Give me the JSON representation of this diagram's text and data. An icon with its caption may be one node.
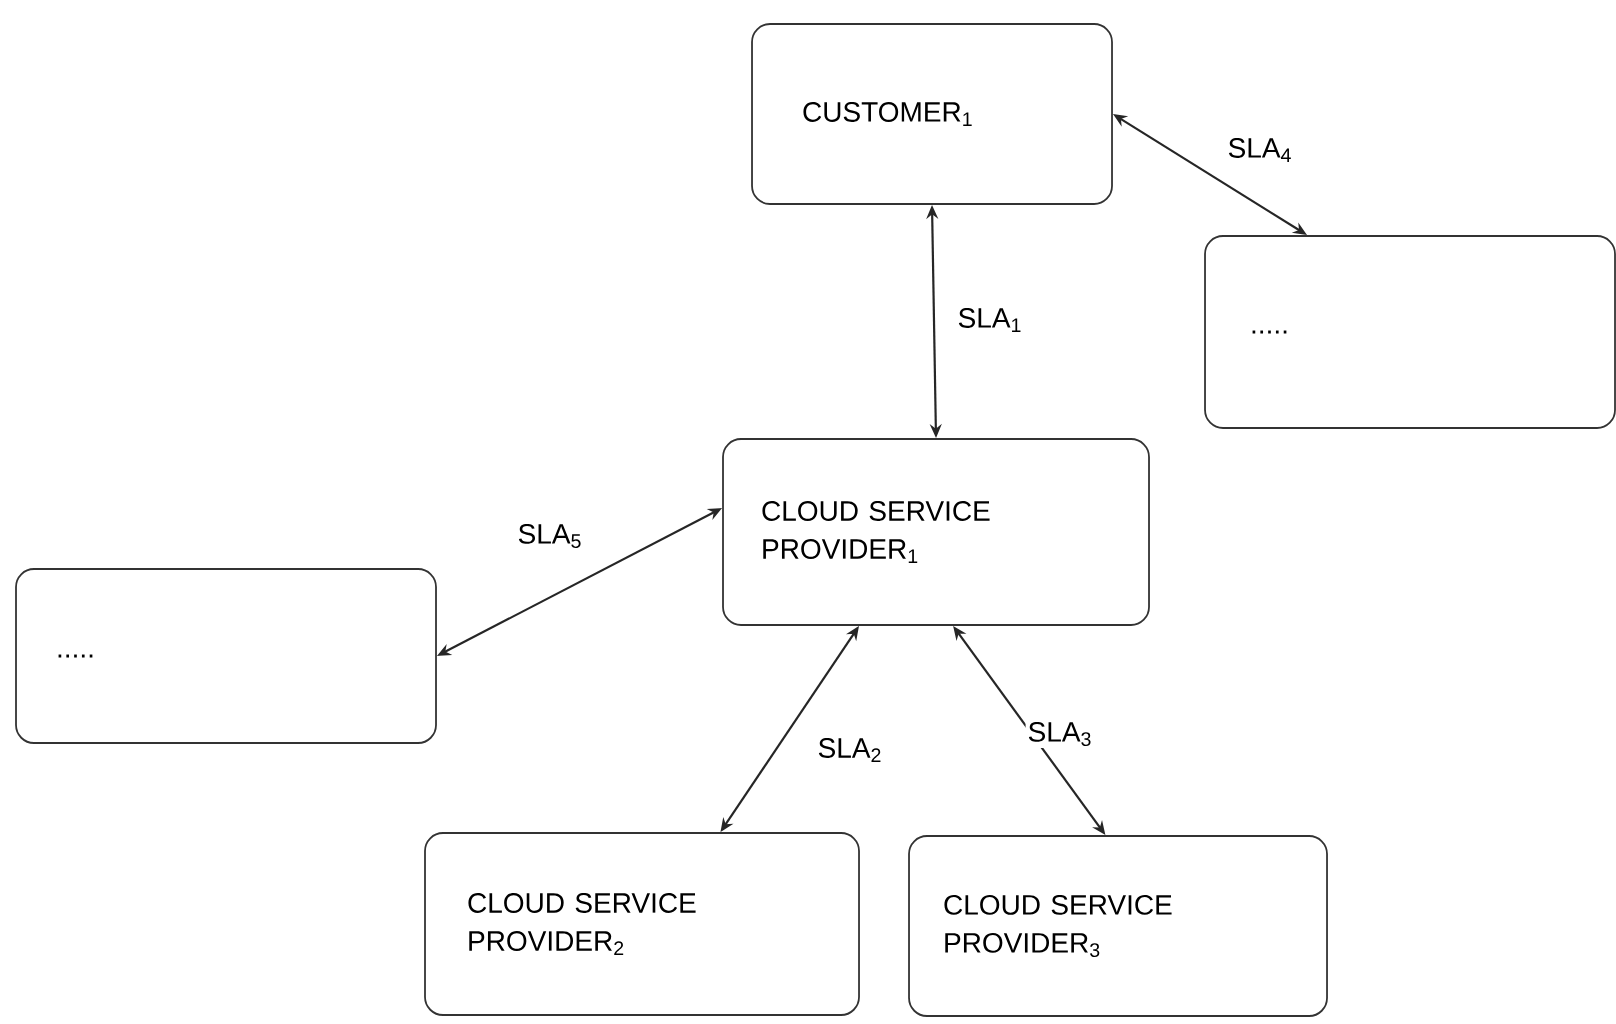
{
  "diagram": {
    "nodes": [
      {
        "text": [
          "CUSTOMER$_{1}$"
        ]
      },
      {
        "text": [
          "....."
        ]
      },
      {
        "text": [
          "CLOUD SERVICE PROVIDER$_{1}$"
        ]
      },
      {
        "text": [
          "....."
        ]
      },
      {
        "text": [
          "CLOUD SERVICE PROVIDER$_{2}$"
        ]
      },
      {
        "text": [
          "CLOUD SERVICE PROVIDER$_{3}$"
        ]
      }
    ],
    "edges": [
      {
        "from": 0,
        "to": 1,
        "arrow": "both",
        "label": "SLA$_{4}$"
      },
      {
        "from": 0,
        "to": 2,
        "arrow": "both",
        "label": "SLA$_{1}$"
      },
      {
        "from": 2,
        "to": 3,
        "arrow": "both",
        "label": "SLA$_{5}$"
      },
      {
        "from": 2,
        "to": 4,
        "arrow": "both",
        "label": "SLA$_{2}$"
      },
      {
        "from": 2,
        "to": 5,
        "arrow": "both",
        "label": "SLA$_{3}$"
      }
    ]
  }
}
